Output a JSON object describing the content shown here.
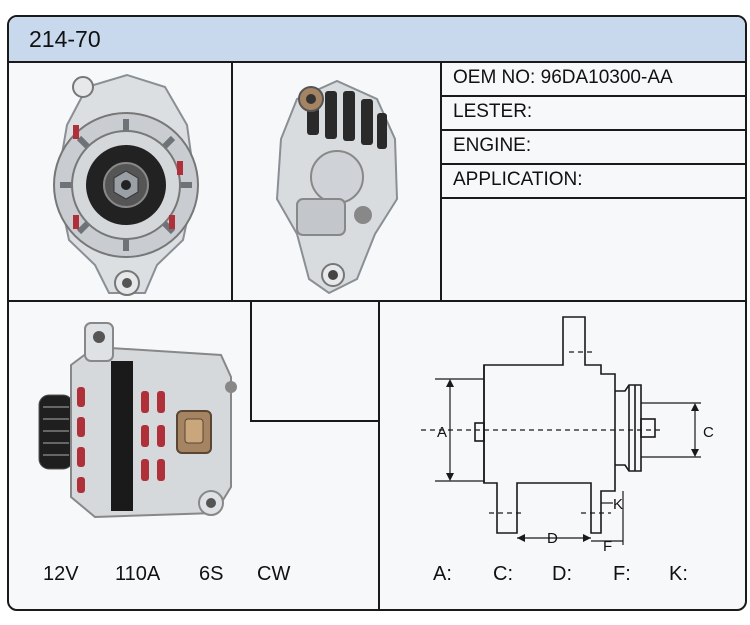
{
  "title": "214-70",
  "info": {
    "oem_label": "OEM NO:",
    "oem_value": "96DA10300-AA",
    "lester_label": "LESTER:",
    "engine_label": "ENGINE:",
    "application_label": "APPLICATION:"
  },
  "specs": {
    "voltage": "12V",
    "amperage": "110A",
    "pulley": "6S",
    "rotation": "CW"
  },
  "dimension_labels": {
    "a": "A",
    "c": "C",
    "d": "D",
    "f": "F",
    "k": "K"
  },
  "dimension_values": {
    "a": "A:",
    "c": "C:",
    "d": "D:",
    "f": "F:",
    "k": "K:"
  },
  "colors": {
    "title_bar": "#c8d9ee",
    "border": "#1a1a1a",
    "winding": "#b0303a"
  }
}
